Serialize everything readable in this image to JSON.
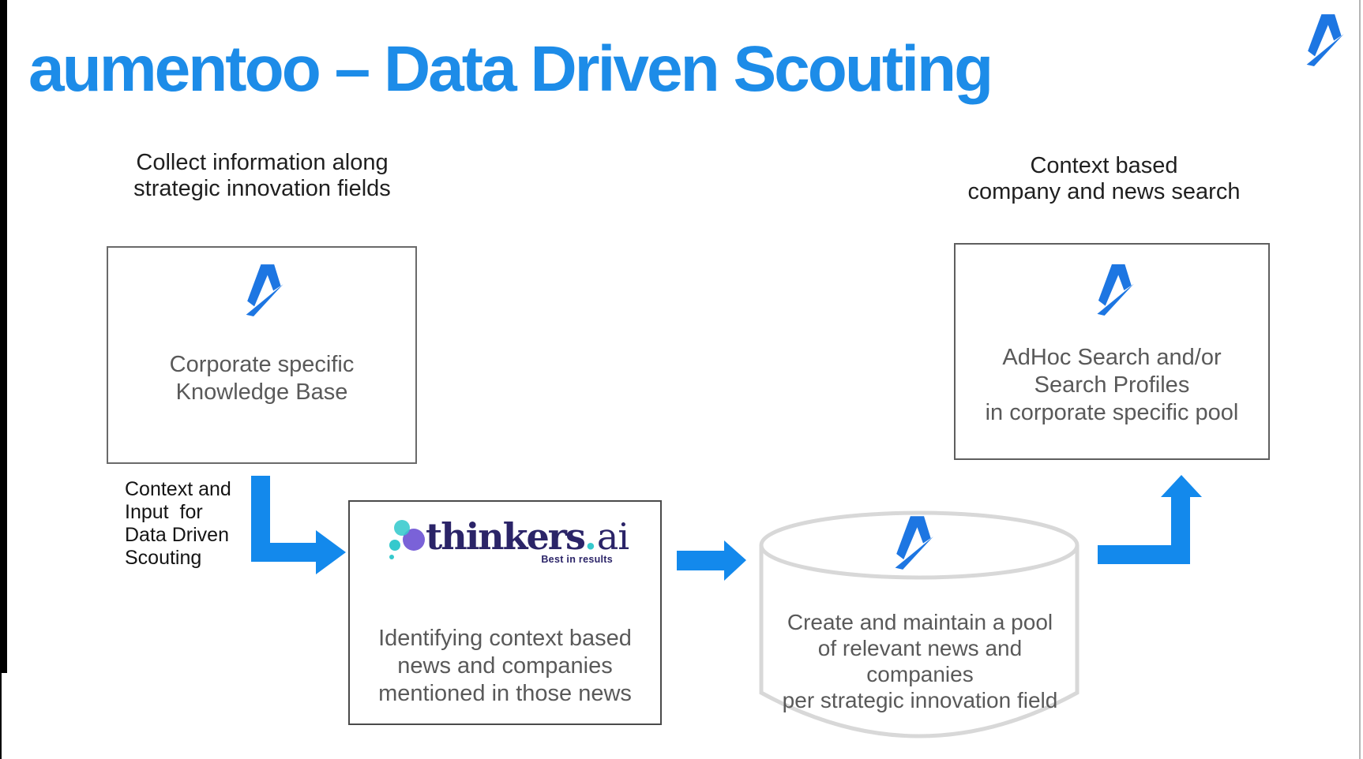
{
  "title": "aumentoo – Data Driven Scouting",
  "left_header": {
    "line1": "Collect information along",
    "line2": "strategic innovation fields"
  },
  "right_header": {
    "line1": "Context based",
    "line2": "company and news search"
  },
  "knowledge_box": {
    "line1": "Corporate specific",
    "line2": "Knowledge Base"
  },
  "arrow_label": {
    "line1": "Context and",
    "line2": "Input  for",
    "line3": "Data Driven",
    "line4": "Scouting"
  },
  "thinkers_box": {
    "wordmark": "thinkers",
    "wordmark_dot": ".",
    "wordmark_suffix": "ai",
    "tagline": "Best in results",
    "line1": "Identifying context based",
    "line2": "news and companies",
    "line3": "mentioned in those news"
  },
  "cylinder": {
    "line1": "Create and maintain a pool",
    "line2": "of relevant news and",
    "line3": "companies",
    "line4": "per strategic innovation field"
  },
  "adhoc_box": {
    "line1": "AdHoc Search and/or",
    "line2": "Search Profiles",
    "line3": "in corporate specific pool"
  },
  "colors": {
    "title_blue": "#1d8ce8",
    "arrow_blue": "#1389ec",
    "logo_blue": "#1d76e2",
    "thinkers_navy": "#2b2468",
    "thinkers_teal": "#35c9cd",
    "thinkers_purple": "#7a62d8",
    "body_text_gray": "#595959",
    "header_text": "#1f1f1f",
    "cylinder_stroke": "#d8d8d8",
    "box_border_gray": "#5f5f5f"
  }
}
